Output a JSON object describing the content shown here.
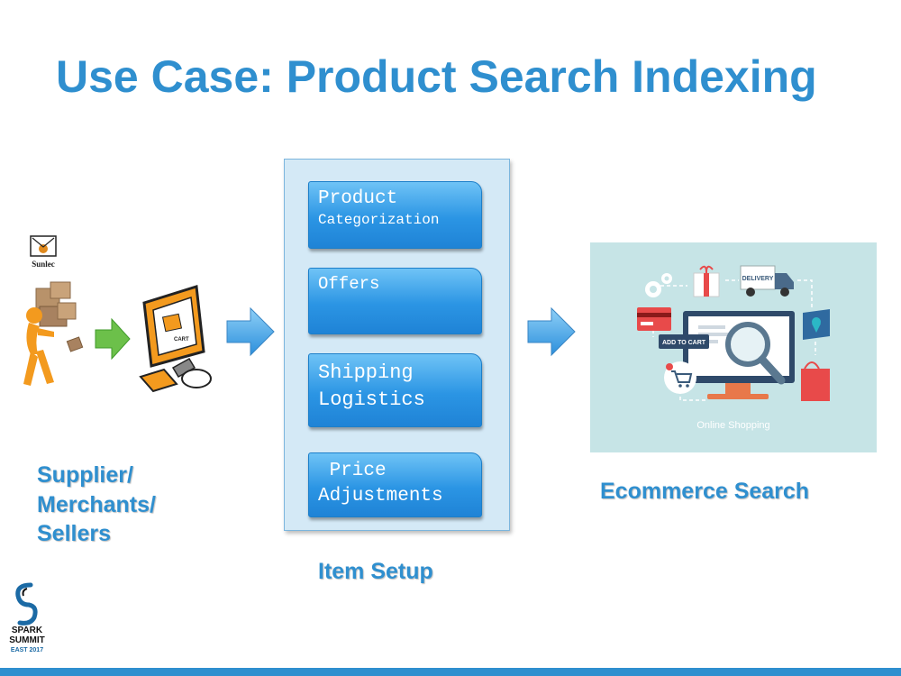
{
  "slide": {
    "title": "Use Case: Product Search Indexing"
  },
  "supplier": {
    "logo_text": "Sunlec",
    "cart_text": "CART",
    "label_lines": [
      "Supplier/",
      "Merchants/",
      "Sellers"
    ]
  },
  "item_setup": {
    "steps": [
      {
        "line1": "Product",
        "line2": "Categorization"
      },
      {
        "line1": "Offers"
      },
      {
        "line1": "Shipping",
        "line2": "Logistics"
      },
      {
        "line1": " Price",
        "line2": "Adjustments"
      }
    ],
    "label": "Item Setup"
  },
  "ecommerce": {
    "badges": {
      "delivery": "DELIVERY",
      "add_to_cart": "ADD TO CART",
      "online_shopping": "Online Shopping"
    },
    "label": "Ecommerce Search"
  },
  "branding": {
    "spark": "SPARK",
    "summit": "SUMMIT",
    "event": "EAST 2017"
  },
  "colors": {
    "accent": "#2f8fcf",
    "step_fill": "#2b95e4",
    "panel_fill": "#d4e9f6",
    "ecom_bg": "#c6e4e6"
  }
}
